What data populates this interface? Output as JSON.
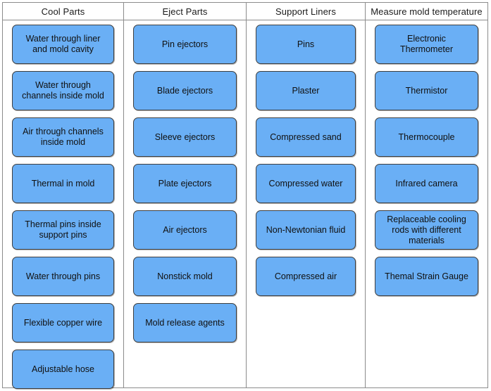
{
  "diagram": {
    "type": "affinity-columns",
    "accent_color": "#6AAFF5",
    "border_color": "#8c8c8c",
    "node_border_color": "#3f3f3f",
    "text_color": "#101010",
    "columns": [
      {
        "header": "Cool Parts",
        "items": [
          "Water through liner and mold cavity",
          "Water through channels inside mold",
          "Air through channels inside mold",
          "Thermal in mold",
          "Thermal pins inside support pins",
          "Water through pins",
          "Flexible copper wire",
          "Adjustable hose"
        ]
      },
      {
        "header": "Eject Parts",
        "items": [
          "Pin ejectors",
          "Blade ejectors",
          "Sleeve ejectors",
          "Plate ejectors",
          "Air ejectors",
          "Nonstick mold",
          "Mold release agents"
        ]
      },
      {
        "header": "Support Liners",
        "items": [
          "Pins",
          "Plaster",
          "Compressed sand",
          "Compressed water",
          "Non-Newtonian fluid",
          "Compressed air"
        ]
      },
      {
        "header": "Measure mold temperature",
        "items": [
          "Electronic Thermometer",
          "Thermistor",
          "Thermocouple",
          "Infrared camera",
          "Replaceable cooling rods with different materials",
          "Themal Strain Gauge"
        ]
      }
    ]
  }
}
